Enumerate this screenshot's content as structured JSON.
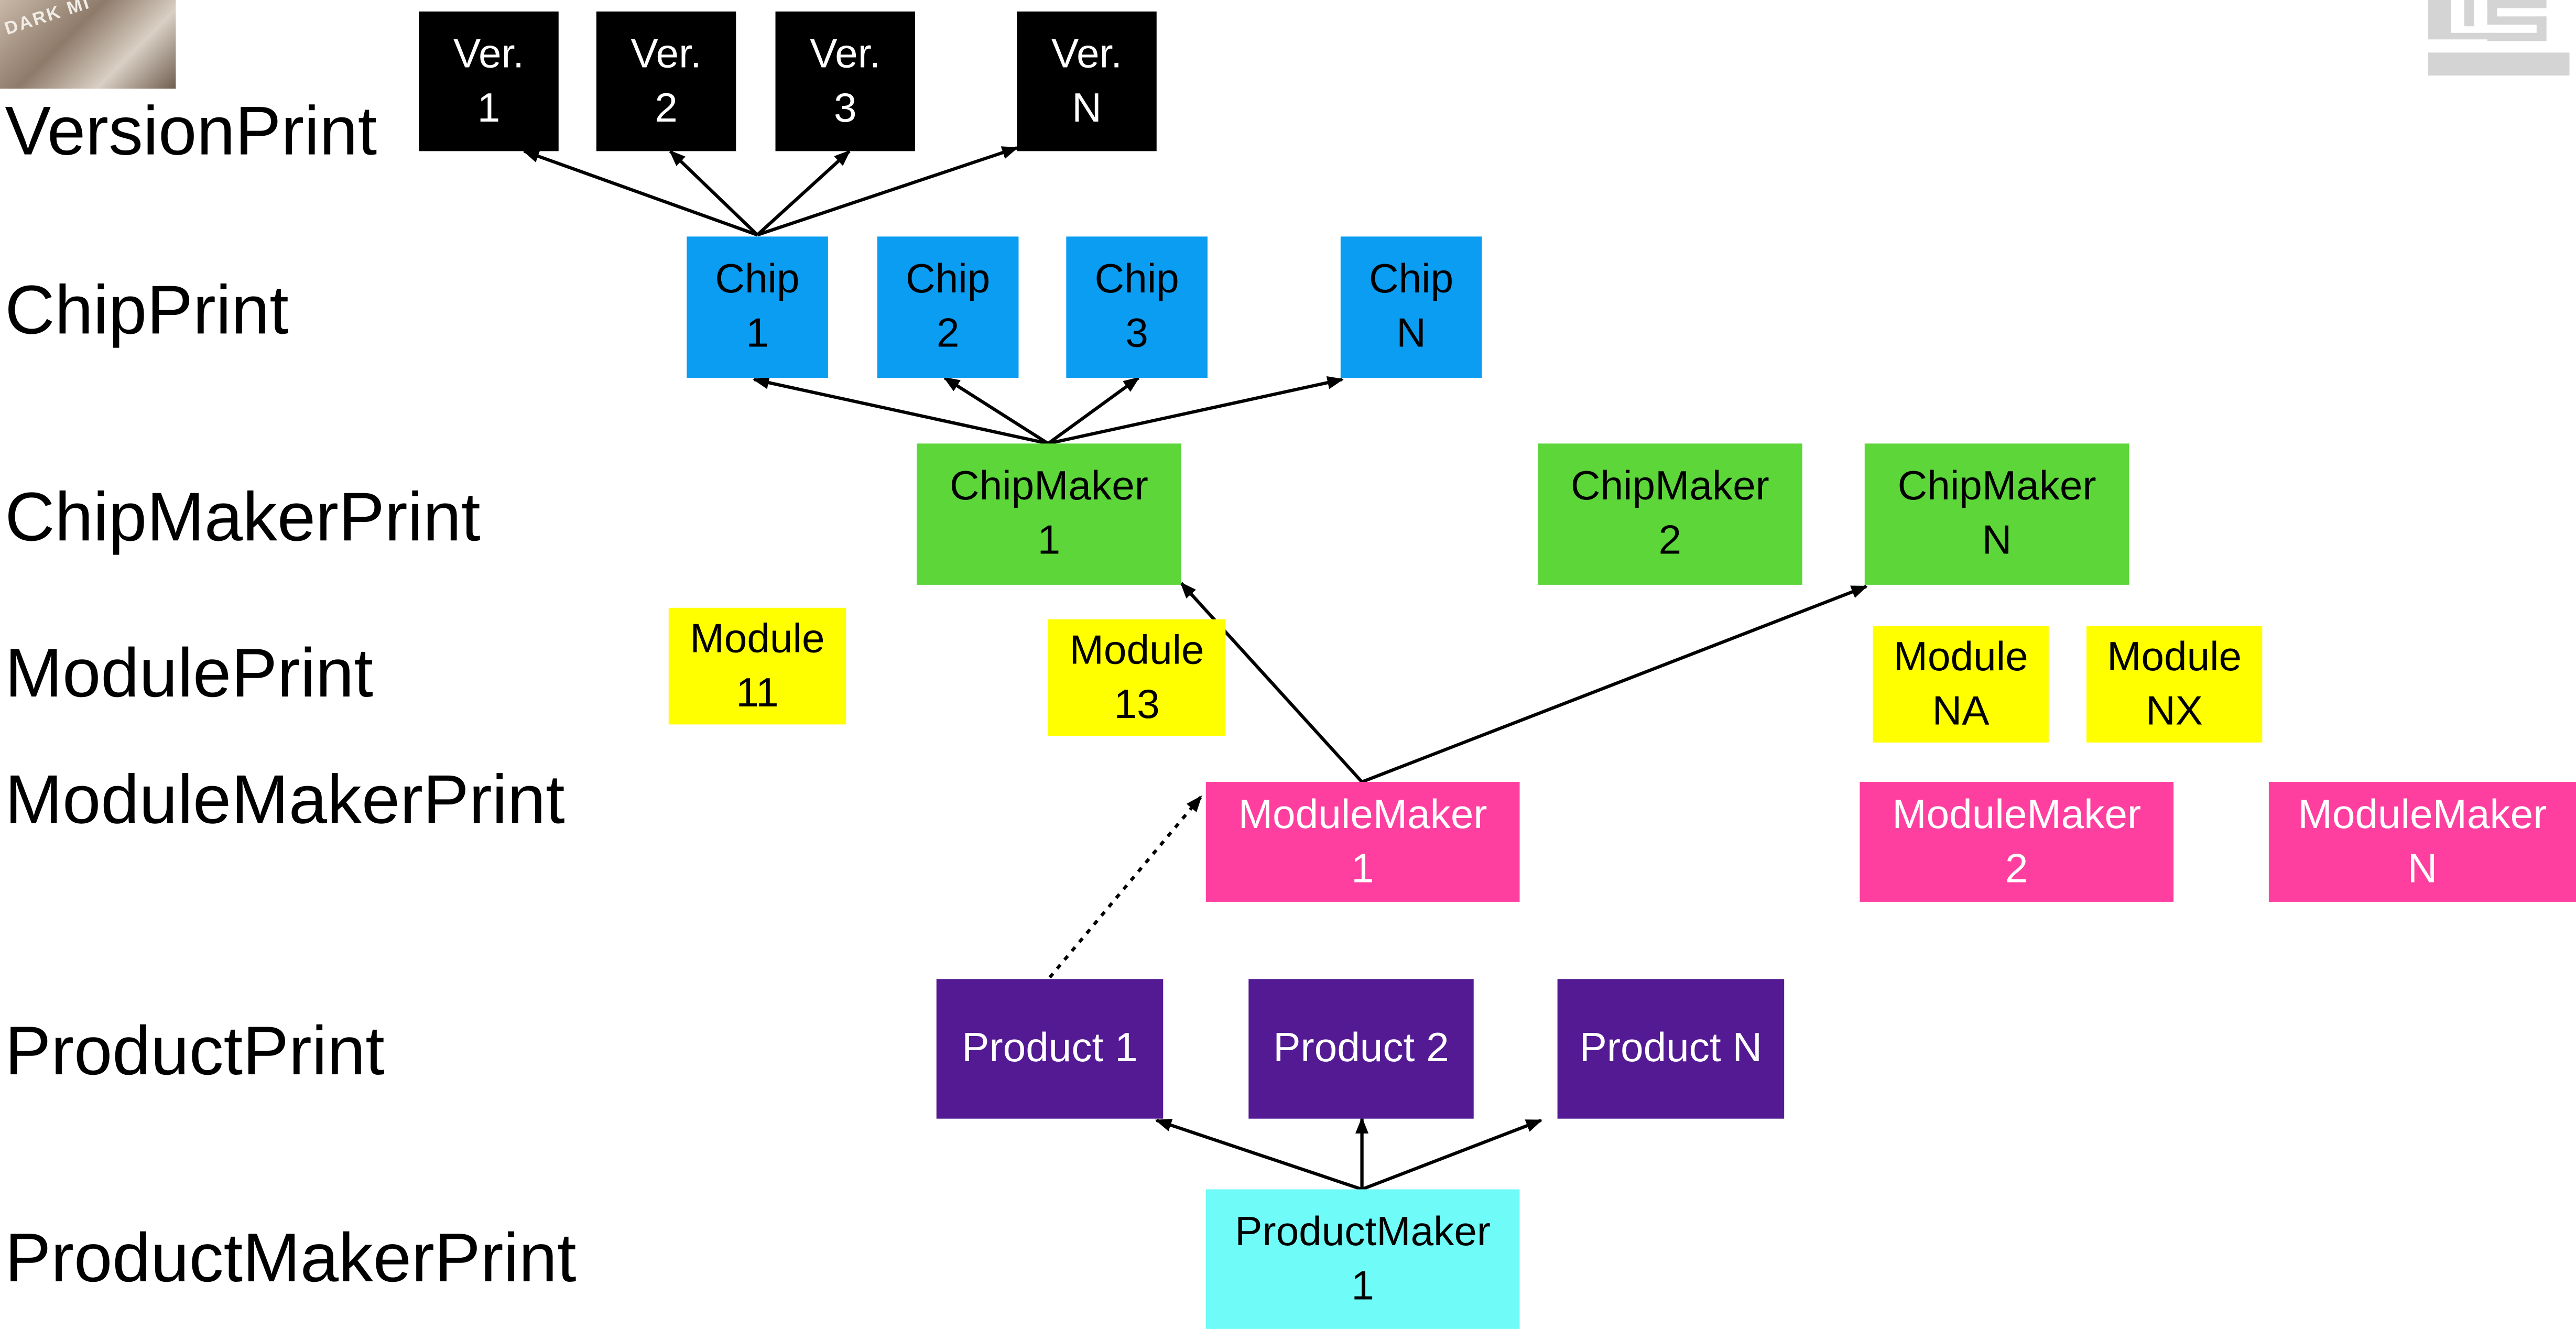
{
  "colors": {
    "version": "#000000",
    "chip": "#0a9df2",
    "chipmaker": "#5dd63a",
    "module": "#ffff00",
    "modulemaker": "#ff3fa0",
    "product": "#531a93",
    "productmaker": "#6ffcf8",
    "watermark": "#d3d3d3",
    "edge": "#000000"
  },
  "header_image": {
    "icon": "photo-thumbnail",
    "text": "DARK MI"
  },
  "watermark": {
    "icon": "logo-watermark"
  },
  "rows": {
    "version": "VersionPrint",
    "chip": "ChipPrint",
    "chipmaker": "ChipMakerPrint",
    "module": "ModulePrint",
    "modulemaker": "ModuleMakerPrint",
    "product": "ProductPrint",
    "productmaker": "ProductMakerPrint"
  },
  "nodes": {
    "ver_1": "Ver.\n1",
    "ver_2": "Ver.\n2",
    "ver_3": "Ver.\n3",
    "ver_n": "Ver.\nN",
    "chip_1": "Chip\n1",
    "chip_2": "Chip\n2",
    "chip_3": "Chip\n3",
    "chip_n": "Chip\nN",
    "chipmaker_1": "ChipMaker\n1",
    "chipmaker_2": "ChipMaker\n2",
    "chipmaker_n": "ChipMaker\nN",
    "module_11": "Module\n11",
    "module_13": "Module\n13",
    "module_na": "Module\nNA",
    "module_nx": "Module\nNX",
    "modulemaker_1": "ModuleMaker\n1",
    "modulemaker_2": "ModuleMaker\n2",
    "modulemaker_n": "ModuleMaker\nN",
    "product_1": "Product 1",
    "product_2": "Product 2",
    "product_n": "Product N",
    "productmaker_1": "ProductMaker\n1"
  }
}
